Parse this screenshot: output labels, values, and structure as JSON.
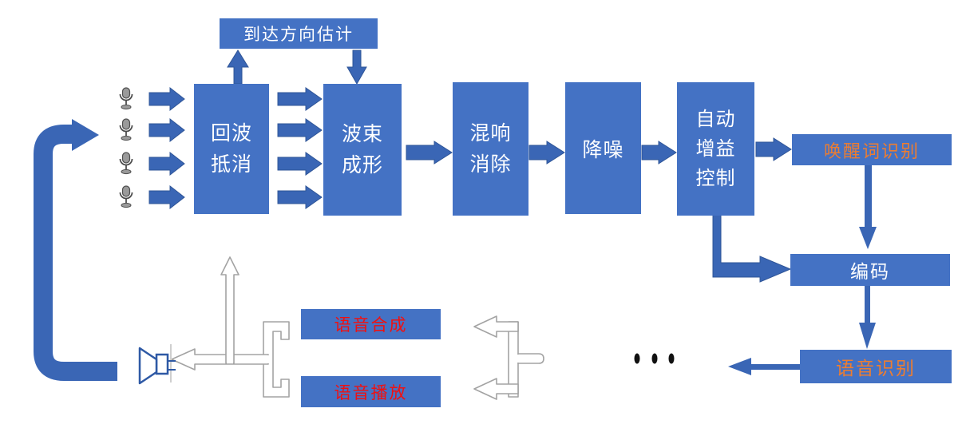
{
  "page": {
    "background": "#ffffff",
    "type": "audio-voice-processing-pipeline-diagram"
  },
  "colors": {
    "box_blue": "#4472C4",
    "arrow_blue": "#3a66b5",
    "arrow_outline": "#2f5597",
    "text_white": "#ffffff",
    "text_orange": "#ED7D31",
    "text_red": "#F01010",
    "connector_gray": "#a3a3a3",
    "dots_black": "#111111"
  },
  "nodes": {
    "doa": {
      "label": "到达方向估计"
    },
    "echo": {
      "line1": "回波",
      "line2": "抵消"
    },
    "beam": {
      "line1": "波束",
      "line2": "成形"
    },
    "reverb": {
      "line1": "混响",
      "line2": "消除"
    },
    "denoise": {
      "label": "降噪"
    },
    "agc": {
      "line1": "自动",
      "line2": "增益",
      "line3": "控制"
    },
    "wake": {
      "label": "唤醒词识别"
    },
    "encode": {
      "label": "编码"
    },
    "asr": {
      "label": "语音识别"
    },
    "tts": {
      "label": "语音合成"
    },
    "play": {
      "label": "语音播放"
    }
  },
  "icons": {
    "microphones": {
      "name": "microphone-icon",
      "count": 4
    },
    "speaker": {
      "name": "speaker-icon",
      "count": 1
    },
    "ellipsis_dots": {
      "name": "ellipsis-dots",
      "count": 3
    },
    "feedback_arrow": {
      "name": "feedback-loop-arrow"
    },
    "hollow_connectors": {
      "name": "playback-signal-connectors"
    }
  }
}
